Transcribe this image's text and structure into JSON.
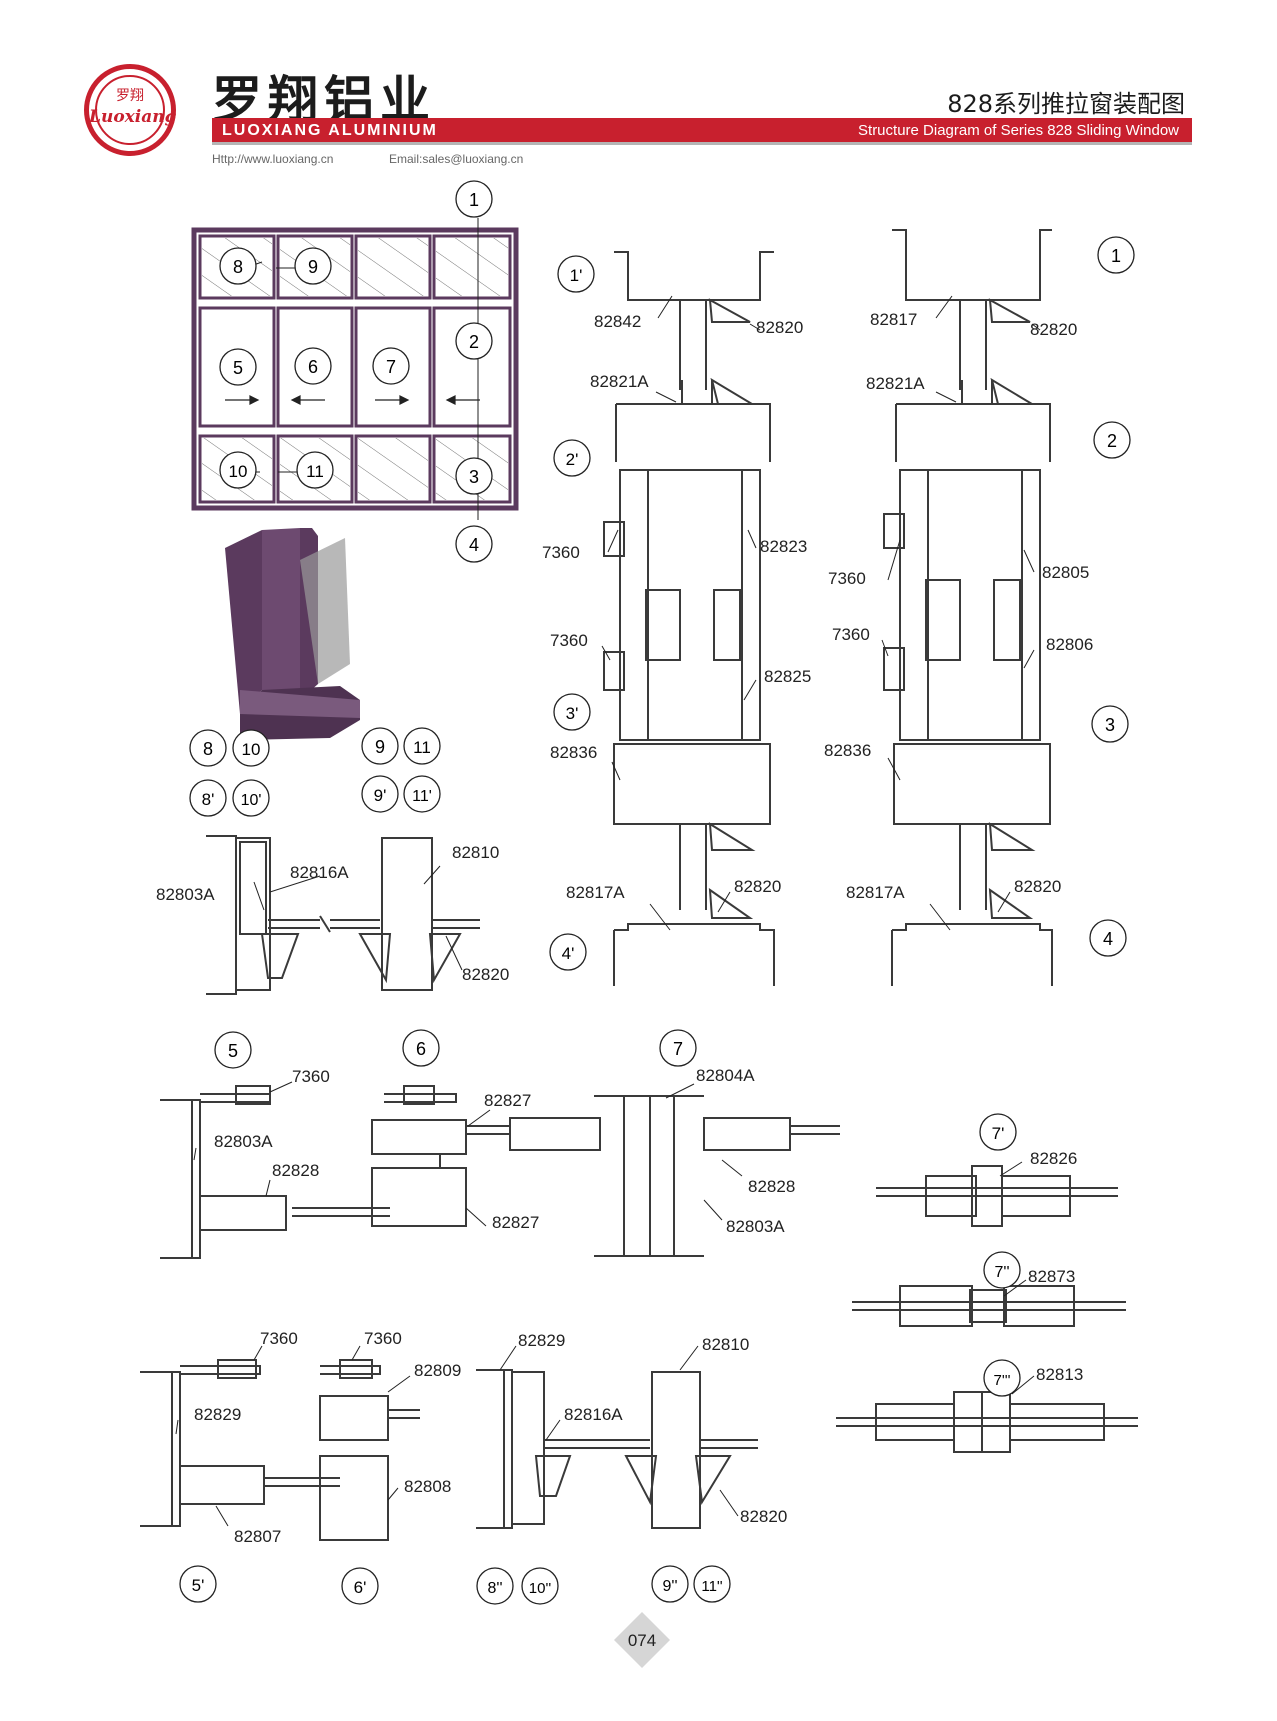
{
  "header": {
    "logo_cn": "罗翔",
    "logo_en": "Luoxiang",
    "brand_cn": "罗翔铝业",
    "brand_en": "LUOXIANG ALUMINIUM",
    "title_cn": "828系列推拉窗装配图",
    "title_en": "Structure Diagram of Series 828 Sliding Window",
    "website": "Http://www.luoxiang.cn",
    "email": "Email:sales@luoxiang.cn"
  },
  "colors": {
    "brand_red": "#c8202e",
    "frame_purple": "#5b3a5e",
    "line": "#3a3a3a"
  },
  "window_callouts": [
    "1",
    "2",
    "3",
    "4",
    "5",
    "6",
    "7",
    "8",
    "9",
    "10",
    "11"
  ],
  "section_markers": {
    "row1_left": [
      "8",
      "10"
    ],
    "row1_right": [
      "9",
      "11"
    ],
    "row2_left": [
      "8'",
      "10'"
    ],
    "row2_right": [
      "9'",
      "11'"
    ],
    "vertical_a": [
      "1'",
      "2'",
      "3'",
      "4'"
    ],
    "vertical_b": [
      "1",
      "2",
      "3",
      "4"
    ],
    "horizontal": [
      "5",
      "6",
      "7",
      "7'",
      "7''",
      "7'''"
    ],
    "bottom": [
      "5'",
      "6'",
      "8''",
      "10''",
      "9''",
      "11''"
    ]
  },
  "part_labels": {
    "p82803A": "82803A",
    "p82816A": "82816A",
    "p82810": "82810",
    "p82820": "82820",
    "p82842": "82842",
    "p82821A": "82821A",
    "p7360": "7360",
    "p82823": "82823",
    "p82825": "82825",
    "p82836": "82836",
    "p82817A": "82817A",
    "p82817": "82817",
    "p82805": "82805",
    "p82806": "82806",
    "p82827": "82827",
    "p82828": "82828",
    "p82804A": "82804A",
    "p82826": "82826",
    "p82873": "82873",
    "p82813": "82813",
    "p82809": "82809",
    "p82829": "82829",
    "p82808": "82808",
    "p82807": "82807"
  },
  "page_number": "074"
}
